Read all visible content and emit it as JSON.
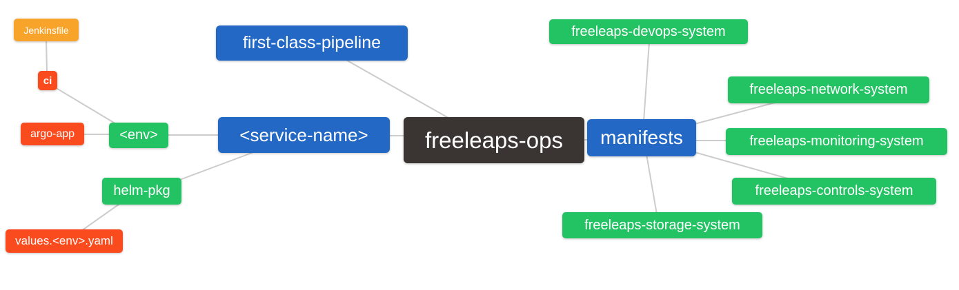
{
  "diagram": {
    "type": "mindmap",
    "background_color": "#ffffff",
    "edge_color": "#cccccc",
    "palette": {
      "blue": "#2268C4",
      "green": "#23C363",
      "red_orange": "#FA4B1E",
      "amber": "#F8A32A",
      "dark": "#3A3532",
      "text": "#ffffff"
    },
    "nodes": [
      {
        "id": "freeleaps-ops",
        "label": "freeleaps-ops",
        "color": "dark"
      },
      {
        "id": "first-class-pipeline",
        "label": "first-class-pipeline",
        "color": "blue"
      },
      {
        "id": "service-name",
        "label": "<service-name>",
        "color": "blue"
      },
      {
        "id": "manifests",
        "label": "manifests",
        "color": "blue"
      },
      {
        "id": "env",
        "label": "<env>",
        "color": "green"
      },
      {
        "id": "helm-pkg",
        "label": "helm-pkg",
        "color": "green"
      },
      {
        "id": "jenkinsfile",
        "label": "Jenkinsfile",
        "color": "amber"
      },
      {
        "id": "ci",
        "label": "ci",
        "color": "red_orange"
      },
      {
        "id": "argo-app",
        "label": "argo-app",
        "color": "red_orange"
      },
      {
        "id": "values-env-yaml",
        "label": "values.<env>.yaml",
        "color": "red_orange"
      },
      {
        "id": "freeleaps-devops-system",
        "label": "freeleaps-devops-system",
        "color": "green"
      },
      {
        "id": "freeleaps-network-system",
        "label": "freeleaps-network-system",
        "color": "green"
      },
      {
        "id": "freeleaps-monitoring-system",
        "label": "freeleaps-monitoring-system",
        "color": "green"
      },
      {
        "id": "freeleaps-controls-system",
        "label": "freeleaps-controls-system",
        "color": "green"
      },
      {
        "id": "freeleaps-storage-system",
        "label": "freeleaps-storage-system",
        "color": "green"
      }
    ],
    "edges": [
      {
        "from": "jenkinsfile",
        "to": "ci"
      },
      {
        "from": "ci",
        "to": "env"
      },
      {
        "from": "argo-app",
        "to": "env"
      },
      {
        "from": "env",
        "to": "service-name"
      },
      {
        "from": "helm-pkg",
        "to": "service-name"
      },
      {
        "from": "values-env-yaml",
        "to": "helm-pkg"
      },
      {
        "from": "first-class-pipeline",
        "to": "freeleaps-ops"
      },
      {
        "from": "service-name",
        "to": "freeleaps-ops"
      },
      {
        "from": "freeleaps-ops",
        "to": "manifests"
      },
      {
        "from": "manifests",
        "to": "freeleaps-devops-system"
      },
      {
        "from": "manifests",
        "to": "freeleaps-network-system"
      },
      {
        "from": "manifests",
        "to": "freeleaps-monitoring-system"
      },
      {
        "from": "manifests",
        "to": "freeleaps-controls-system"
      },
      {
        "from": "manifests",
        "to": "freeleaps-storage-system"
      }
    ]
  }
}
